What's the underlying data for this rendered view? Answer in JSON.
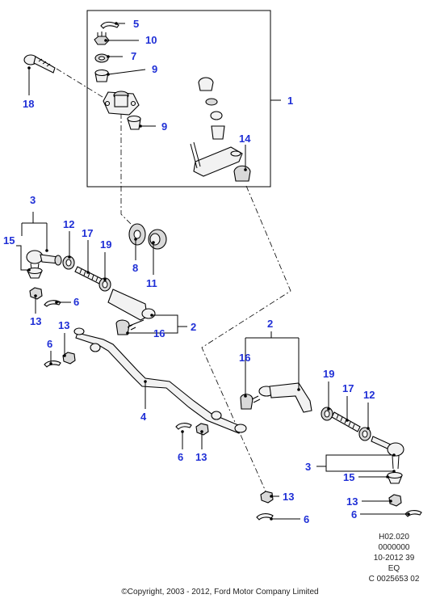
{
  "diagram": {
    "callouts": {
      "c1": "1",
      "c2a": "2",
      "c2b": "2",
      "c3a": "3",
      "c3b": "3",
      "c4": "4",
      "c5": "5",
      "c6a": "6",
      "c6b": "6",
      "c6c": "6",
      "c6d": "6",
      "c6e": "6",
      "c7": "7",
      "c8": "8",
      "c9a": "9",
      "c9b": "9",
      "c10": "10",
      "c11": "11",
      "c12a": "12",
      "c12b": "12",
      "c13a": "13",
      "c13b": "13",
      "c13c": "13",
      "c13d": "13",
      "c13e": "13",
      "c14": "14",
      "c15a": "15",
      "c15b": "15",
      "c16a": "16",
      "c16b": "16",
      "c17a": "17",
      "c17b": "17",
      "c18": "18",
      "c19a": "19",
      "c19b": "19"
    },
    "reference": [
      "H02.020",
      "0000000",
      "10-2012 39",
      "EQ",
      "C 0025653 02"
    ],
    "copyright": "©Copyright, 2003 - 2012, Ford Motor Company Limited",
    "colors": {
      "callout": "#1f2fd6",
      "line": "#000000",
      "part_fill": "#f2f2f2"
    }
  }
}
